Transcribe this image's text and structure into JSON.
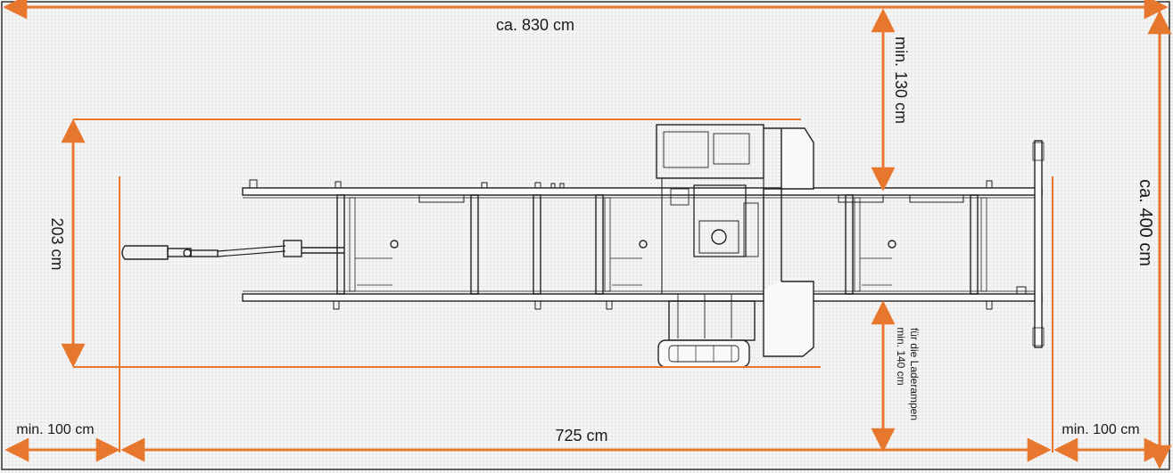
{
  "colors": {
    "dimension_line": "#e8772e",
    "drawing_stroke": "#222222",
    "background": "#f4f4f4"
  },
  "labels": {
    "overall_length": "ca. 830 cm",
    "overall_width": "ca. 400 cm",
    "track_length": "725 cm",
    "working_width": "203 cm",
    "clearance_top": "min. 130 cm",
    "clearance_bottom_line1": "min. 140 cm",
    "clearance_bottom_line2": "für die Laderampen",
    "clearance_left": "min. 100 cm",
    "clearance_right": "min. 100 cm"
  }
}
